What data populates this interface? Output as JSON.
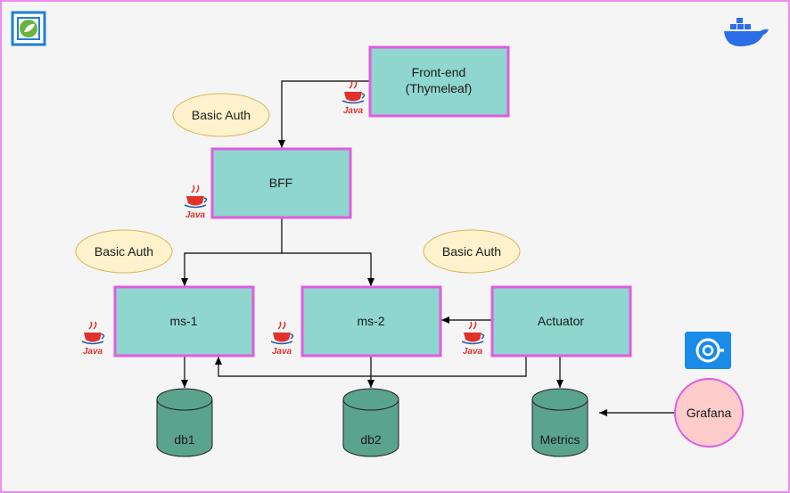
{
  "nodes": {
    "frontend": {
      "line1": "Front-end",
      "line2": "(Thymeleaf)"
    },
    "bff": {
      "label": "BFF"
    },
    "ms1": {
      "label": "ms-1"
    },
    "ms2": {
      "label": "ms-2"
    },
    "actuator": {
      "label": "Actuator"
    },
    "db1": {
      "label": "db1"
    },
    "db2": {
      "label": "db2"
    },
    "metrics": {
      "label": "Metrics"
    },
    "grafana": {
      "label": "Grafana"
    }
  },
  "auth_labels": {
    "top": "Basic Auth",
    "left": "Basic Auth",
    "right": "Basic Auth"
  },
  "java_badge": "Java",
  "icons": {
    "spring": "spring-boot-icon",
    "docker": "docker-whale-icon",
    "grafana": "grafana-logo-icon",
    "java": "java-coffee-cup-icon"
  },
  "colors": {
    "service_fill": "#8fd6cf",
    "service_border": "#e05ce0",
    "db_fill": "#5aa38d",
    "grafana_fill": "#ffcccc",
    "auth_fill": "#fff2cc",
    "auth_border": "#d6b656",
    "docker_blue": "#2c6ee8",
    "grafana_blue": "#1a8ce8"
  }
}
